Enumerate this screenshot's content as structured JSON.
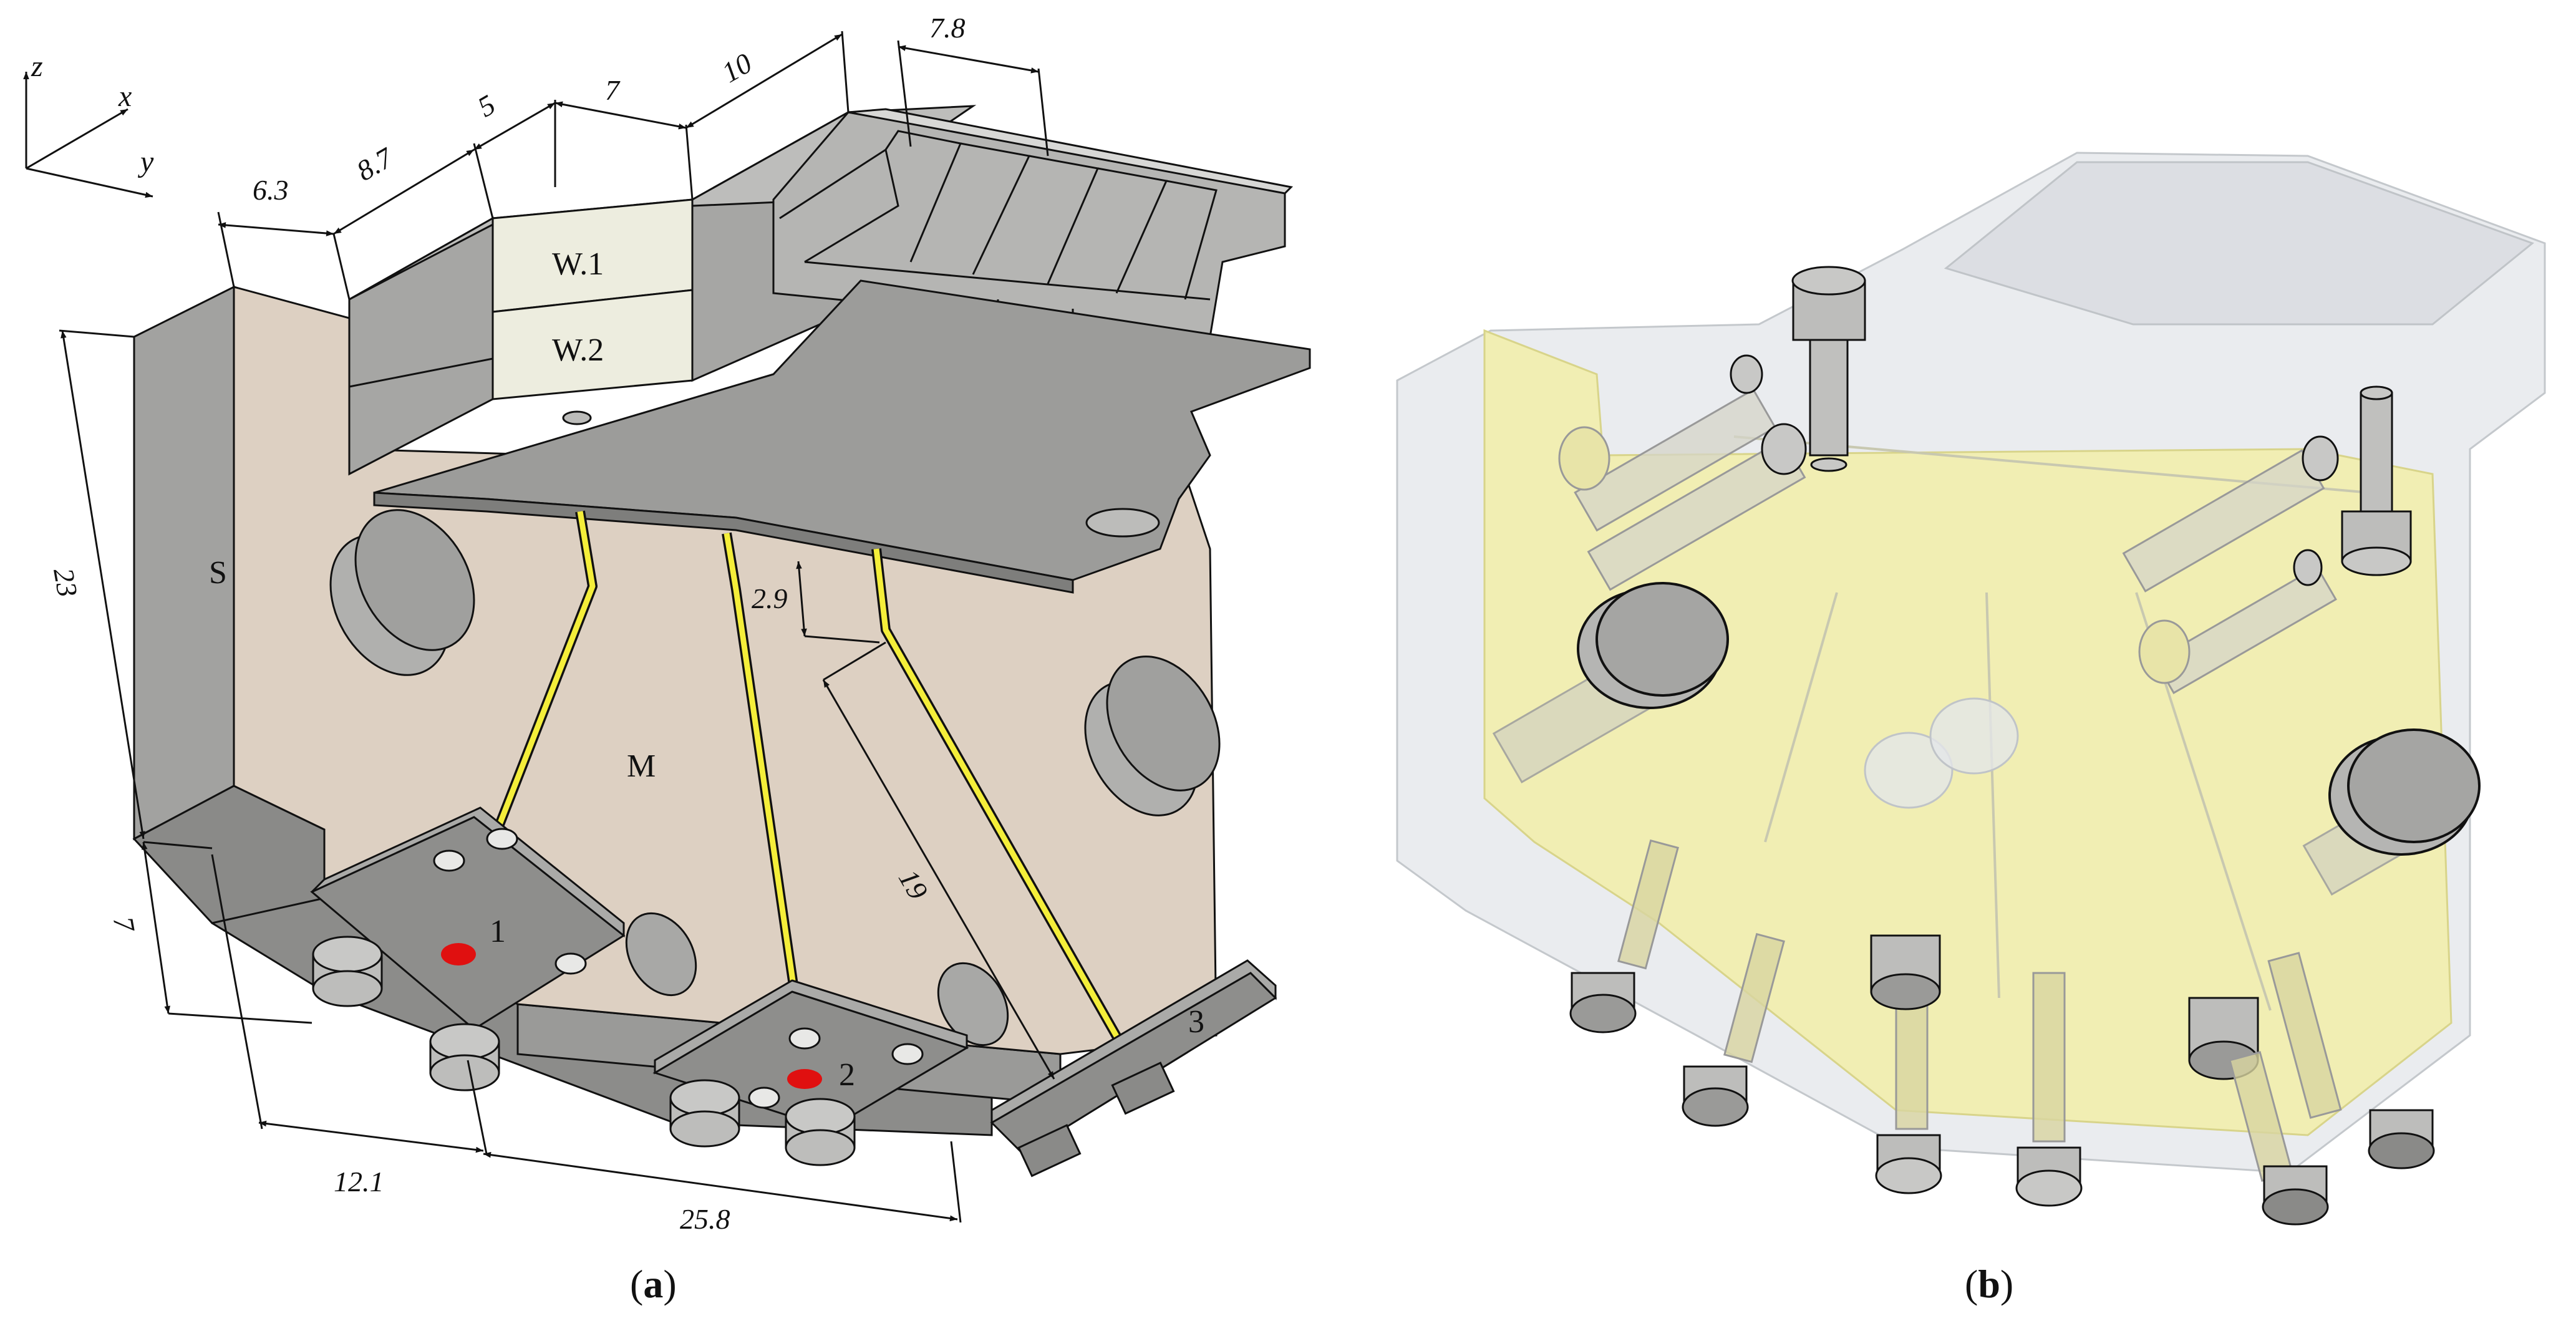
{
  "axes": {
    "z": "z",
    "x": "x",
    "y": "y"
  },
  "panel_a": {
    "caption_open": "(",
    "caption_letter": "a",
    "caption_close": ")",
    "dimensions": {
      "d_6_3": "6.3",
      "d_8_7": "8.7",
      "d_5": "5",
      "d_7_top": "7",
      "d_10": "10",
      "d_7_8": "7.8",
      "d_23": "23",
      "d_7_left": "7",
      "d_12_1": "12.1",
      "d_25_8": "25.8",
      "d_2_9": "2.9",
      "d_19": "19"
    },
    "labels": {
      "w1": "W.1",
      "w2": "W.2",
      "s": "S",
      "m": "M",
      "n1": "1",
      "n2": "2",
      "n3": "3"
    }
  },
  "panel_b": {
    "caption_open": "(",
    "caption_letter": "b",
    "caption_close": ")"
  },
  "colors": {
    "gray_face": "#9a9a98",
    "light_gray": "#c6c6c4",
    "dark_gray": "#7a7a78",
    "beige": "#ddd0c2",
    "panel": "#eeeee4",
    "yellow": "#f4ee3a",
    "red": "#e01010",
    "ghost": "#d4d8dc",
    "yellow_ghost": "#f2eea8"
  }
}
